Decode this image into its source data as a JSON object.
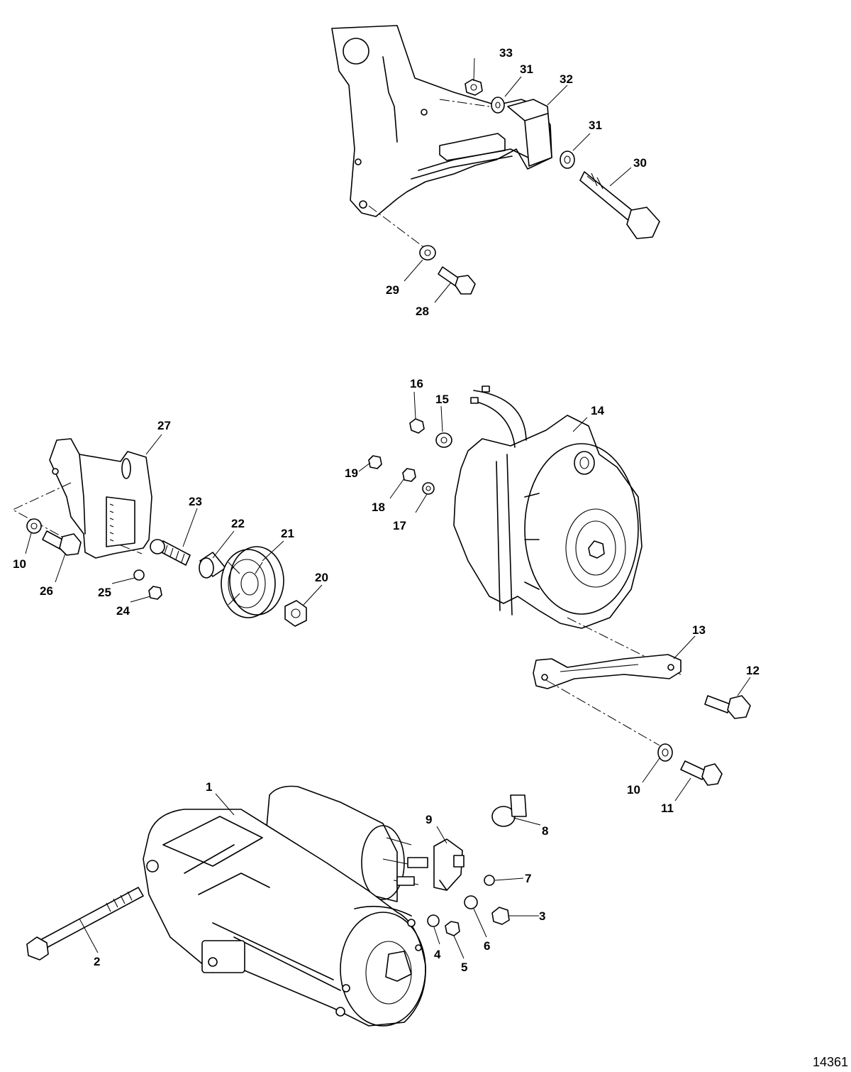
{
  "figure_number": "14361",
  "callouts": [
    {
      "id": "1",
      "label": "1"
    },
    {
      "id": "2",
      "label": "2"
    },
    {
      "id": "3",
      "label": "3"
    },
    {
      "id": "4",
      "label": "4"
    },
    {
      "id": "5",
      "label": "5"
    },
    {
      "id": "6",
      "label": "6"
    },
    {
      "id": "7",
      "label": "7"
    },
    {
      "id": "8",
      "label": "8"
    },
    {
      "id": "9",
      "label": "9"
    },
    {
      "id": "10a",
      "label": "10"
    },
    {
      "id": "10b",
      "label": "10"
    },
    {
      "id": "11",
      "label": "11"
    },
    {
      "id": "12",
      "label": "12"
    },
    {
      "id": "13",
      "label": "13"
    },
    {
      "id": "14",
      "label": "14"
    },
    {
      "id": "15",
      "label": "15"
    },
    {
      "id": "16",
      "label": "16"
    },
    {
      "id": "17",
      "label": "17"
    },
    {
      "id": "18",
      "label": "18"
    },
    {
      "id": "19",
      "label": "19"
    },
    {
      "id": "20",
      "label": "20"
    },
    {
      "id": "21",
      "label": "21"
    },
    {
      "id": "22",
      "label": "22"
    },
    {
      "id": "23",
      "label": "23"
    },
    {
      "id": "24",
      "label": "24"
    },
    {
      "id": "25",
      "label": "25"
    },
    {
      "id": "26",
      "label": "26"
    },
    {
      "id": "27",
      "label": "27"
    },
    {
      "id": "28",
      "label": "28"
    },
    {
      "id": "29",
      "label": "29"
    },
    {
      "id": "30",
      "label": "30"
    },
    {
      "id": "31a",
      "label": "31"
    },
    {
      "id": "31b",
      "label": "31"
    },
    {
      "id": "32",
      "label": "32"
    },
    {
      "id": "33",
      "label": "33"
    }
  ]
}
